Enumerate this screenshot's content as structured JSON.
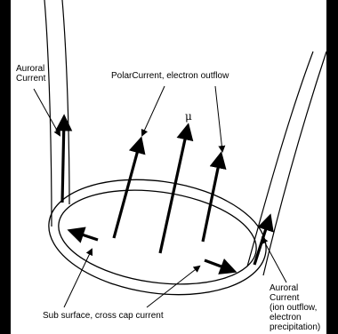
{
  "labels": {
    "auroral_current_left": [
      "Auroral",
      "Current"
    ],
    "polar_current": "PolarCurrent, electron outflow",
    "mu": "μ",
    "auroral_current_right": [
      "Auroral",
      "Current",
      "(ion outflow,",
      "electron",
      "precipitation)"
    ],
    "sub_surface": "Sub surface, cross cap current"
  },
  "colors": {
    "frame": "#000000",
    "panel": "#ffffff",
    "ink": "#000000"
  }
}
